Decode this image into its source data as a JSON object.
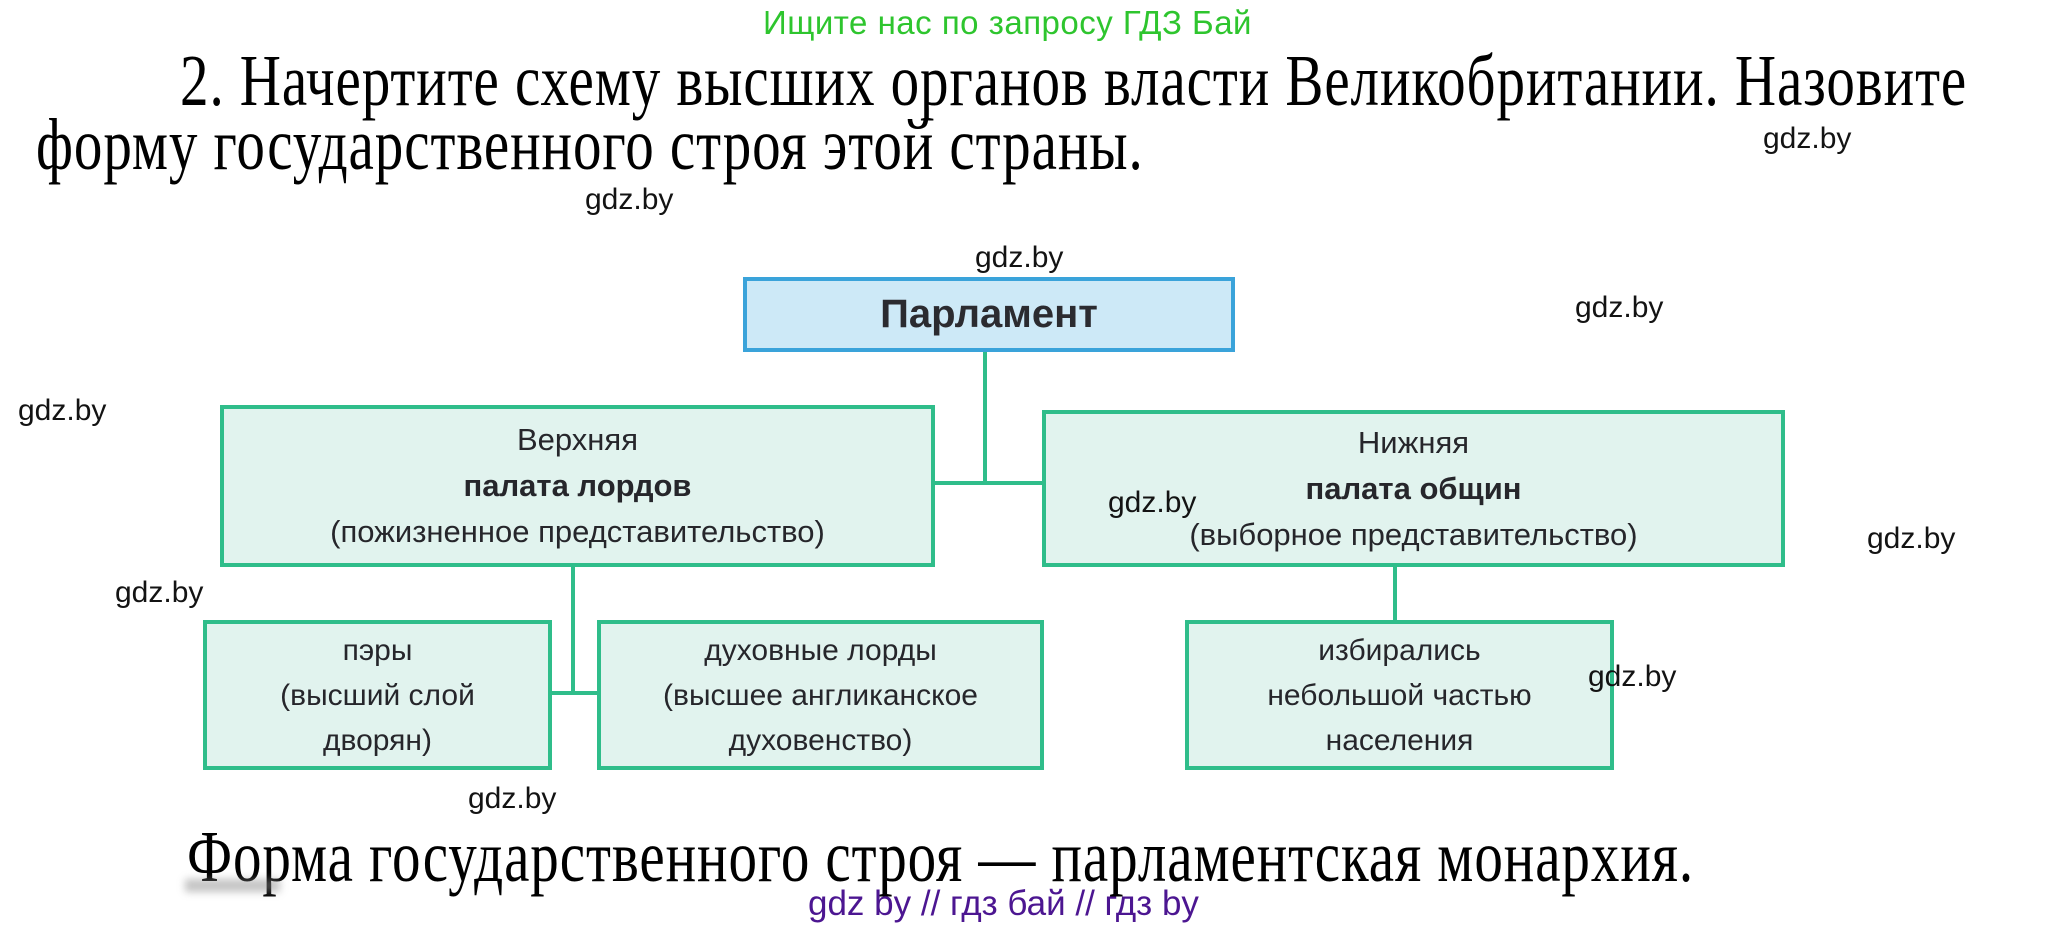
{
  "page": {
    "promo_top": "Ищите нас по запросу ГДЗ Бай",
    "watermark": "gdz.by",
    "task_line1": "2. Начертите схему высших органов власти Великобритании. Назовите",
    "task_line2": "форму государственного строя этой страны.",
    "answer": "Форма государственного строя — парламентская монархия.",
    "footer_tags": "gdz by  //  гдз бай  //  гдз by"
  },
  "diagram": {
    "parliament": {
      "label": "Парламент"
    },
    "upper_house": {
      "line1": "Верхняя",
      "line2": "палата лордов",
      "line3": "(пожизненное представительство)"
    },
    "lower_house": {
      "line1": "Нижняя",
      "line2": "палата общин",
      "line3": "(выборное представительство)"
    },
    "peers": {
      "line1": "пэры",
      "line2": "(высший слой",
      "line3": "дворян)"
    },
    "lords_spiritual": {
      "line1": "духовные лорды",
      "line2": "(высшее англиканское",
      "line3": "духовенство)"
    },
    "commons_note": {
      "line1": "избирались",
      "line2": "небольшой частью",
      "line3": "населения"
    }
  },
  "colors": {
    "promo_green": "#2ec52e",
    "footer_purple": "#4c1691",
    "parliament_fill": "#cde9f7",
    "parliament_border": "#3aa3da",
    "house_fill": "#e1f3ee",
    "house_border": "#2fbd8a",
    "connector_green": "#2fbd8a",
    "text_black": "#000000"
  }
}
